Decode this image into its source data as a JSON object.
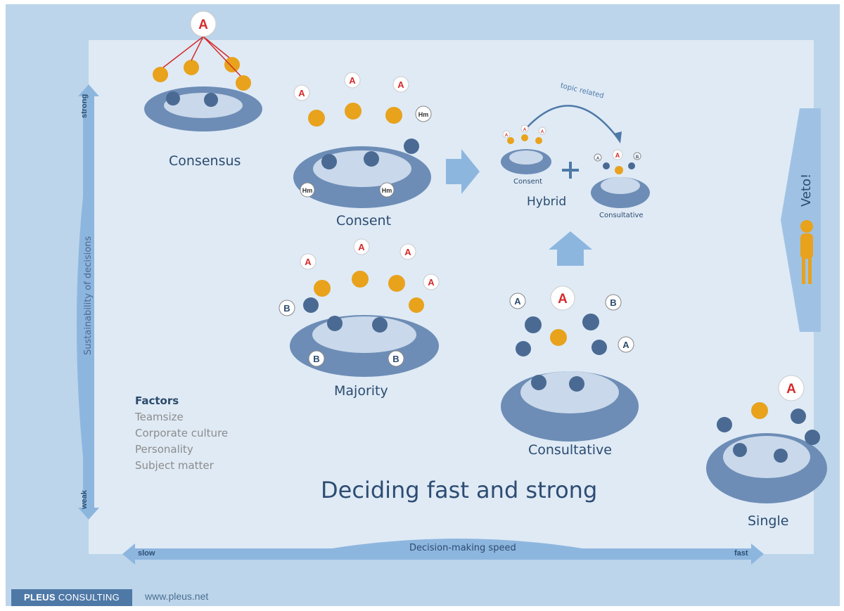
{
  "diagram": {
    "title": "Deciding fast and strong",
    "y_axis": {
      "label": "Sustainability of decisions",
      "top": "strong",
      "bottom": "weak"
    },
    "x_axis": {
      "label": "Decision-making speed",
      "left": "slow",
      "right": "fast"
    },
    "groups": {
      "consensus": "Consensus",
      "consent": "Consent",
      "majority": "Majority",
      "consultative": "Consultative",
      "hybrid": "Hybrid",
      "hybrid_consent": "Consent",
      "hybrid_consultative": "Consultative",
      "single": "Single"
    },
    "topic_related": "topic related",
    "veto": "Veto!",
    "speech": {
      "a": "A",
      "b": "B",
      "hm": "Hm"
    },
    "factors": {
      "heading": "Factors",
      "items": [
        "Teamsize",
        "Corporate culture",
        "Personality",
        "Subject matter"
      ]
    }
  },
  "footer": {
    "brand_bold": "PLEUS",
    "brand_rest": " CONSULTING",
    "website": "www.pleus.net"
  },
  "colors": {
    "background": "#bcd5ea",
    "panel": "#dfeaf5",
    "arrow": "#8db6df",
    "table": "#6d8db6",
    "accent": "#e8a21c",
    "bubble_red": "#d52a2a"
  }
}
